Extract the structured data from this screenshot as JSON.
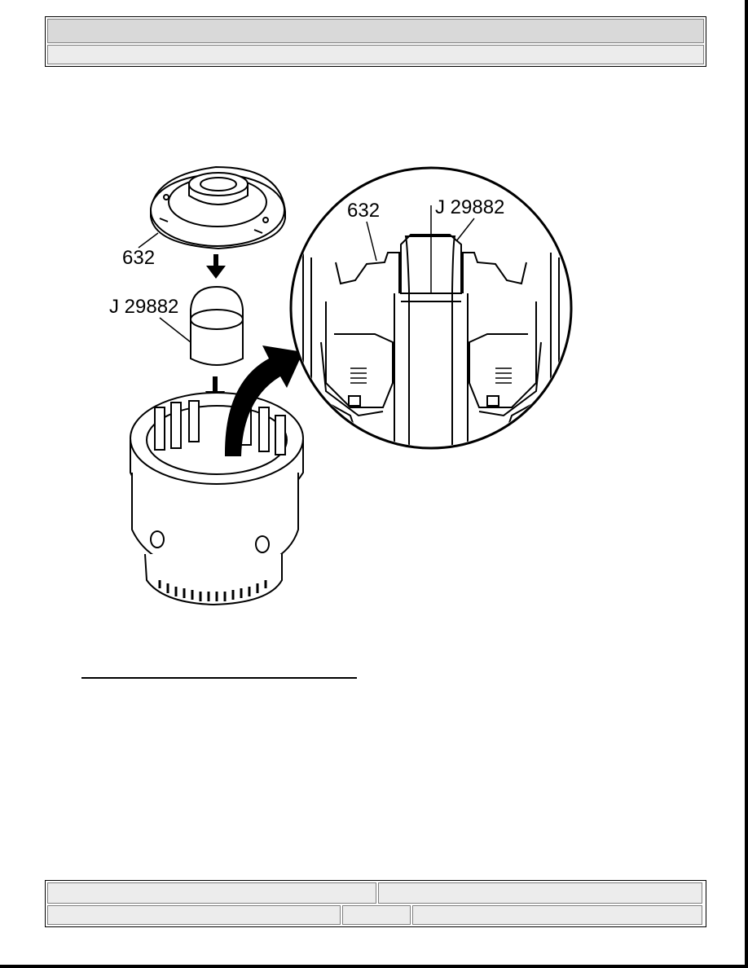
{
  "header": {
    "title": "",
    "subtitle": ""
  },
  "figure": {
    "callouts": {
      "exploded_part": "632",
      "exploded_tool": "J 29882",
      "detail_part": "632",
      "detail_tool": "J 29882"
    }
  },
  "footer": {
    "cells": [
      "",
      "",
      "",
      "",
      ""
    ]
  }
}
